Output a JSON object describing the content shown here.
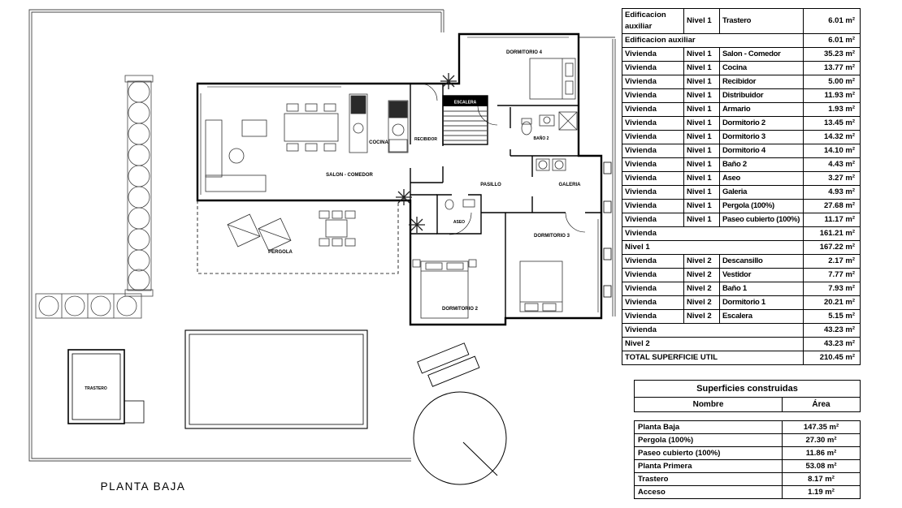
{
  "plan": {
    "title": "PLANTA BAJA",
    "rooms": [
      {
        "label": "DORMITORIO 4"
      },
      {
        "label": "ESCALERA"
      },
      {
        "label": "COCINA"
      },
      {
        "label": "RECIBIDOR"
      },
      {
        "label": "BAÑO 2"
      },
      {
        "label": "SALON - COMEDOR"
      },
      {
        "label": "PASILLO"
      },
      {
        "label": "GALERIA"
      },
      {
        "label": "ASEO"
      },
      {
        "label": "DORMITORIO 3"
      },
      {
        "label": "PERGOLA"
      },
      {
        "label": "DORMITORIO 2"
      },
      {
        "label": "TRASTERO"
      }
    ]
  },
  "surfaces_table": {
    "rows": [
      {
        "type": "detail",
        "cols": [
          "Edificacion auxiliar",
          "Nivel 1",
          "Trastero",
          "6.01 m²"
        ]
      },
      {
        "type": "subtotal",
        "cols": [
          "Edificacion auxiliar",
          "6.01 m²"
        ]
      },
      {
        "type": "detail",
        "cols": [
          "Vivienda",
          "Nivel 1",
          "Salon - Comedor",
          "35.23 m²"
        ]
      },
      {
        "type": "detail",
        "cols": [
          "Vivienda",
          "Nivel 1",
          "Cocina",
          "13.77 m²"
        ]
      },
      {
        "type": "detail",
        "cols": [
          "Vivienda",
          "Nivel 1",
          "Recibidor",
          "5.00 m²"
        ]
      },
      {
        "type": "detail",
        "cols": [
          "Vivienda",
          "Nivel 1",
          "Distribuidor",
          "11.93 m²"
        ]
      },
      {
        "type": "detail",
        "cols": [
          "Vivienda",
          "Nivel 1",
          "Armario",
          "1.93 m²"
        ]
      },
      {
        "type": "detail",
        "cols": [
          "Vivienda",
          "Nivel 1",
          "Dormitorio 2",
          "13.45 m²"
        ]
      },
      {
        "type": "detail",
        "cols": [
          "Vivienda",
          "Nivel 1",
          "Dormitorio 3",
          "14.32 m²"
        ]
      },
      {
        "type": "detail",
        "cols": [
          "Vivienda",
          "Nivel 1",
          "Dormitorio 4",
          "14.10 m²"
        ]
      },
      {
        "type": "detail",
        "cols": [
          "Vivienda",
          "Nivel 1",
          "Baño 2",
          "4.43 m²"
        ]
      },
      {
        "type": "detail",
        "cols": [
          "Vivienda",
          "Nivel 1",
          "Aseo",
          "3.27 m²"
        ]
      },
      {
        "type": "detail",
        "cols": [
          "Vivienda",
          "Nivel 1",
          "Galeria",
          "4.93 m²"
        ]
      },
      {
        "type": "detail",
        "cols": [
          "Vivienda",
          "Nivel 1",
          "Pergola (100%)",
          "27.68 m²"
        ]
      },
      {
        "type": "detail",
        "cols": [
          "Vivienda",
          "Nivel 1",
          "Paseo cubierto (100%)",
          "11.17 m²"
        ]
      },
      {
        "type": "subtotal",
        "cols": [
          "Vivienda",
          "161.21 m²"
        ]
      },
      {
        "type": "subtotal",
        "cols": [
          "Nivel 1",
          "167.22 m²"
        ]
      },
      {
        "type": "detail",
        "cols": [
          "Vivienda",
          "Nivel 2",
          "Descansillo",
          "2.17 m²"
        ]
      },
      {
        "type": "detail",
        "cols": [
          "Vivienda",
          "Nivel 2",
          "Vestidor",
          "7.77 m²"
        ]
      },
      {
        "type": "detail",
        "cols": [
          "Vivienda",
          "Nivel 2",
          "Baño 1",
          "7.93 m²"
        ]
      },
      {
        "type": "detail",
        "cols": [
          "Vivienda",
          "Nivel 2",
          "Dormitorio 1",
          "20.21 m²"
        ]
      },
      {
        "type": "detail",
        "cols": [
          "Vivienda",
          "Nivel 2",
          "Escalera",
          "5.15 m²"
        ]
      },
      {
        "type": "subtotal",
        "cols": [
          "Vivienda",
          "43.23 m²"
        ]
      },
      {
        "type": "subtotal",
        "cols": [
          "Nivel 2",
          "43.23 m²"
        ]
      },
      {
        "type": "total",
        "cols": [
          "TOTAL SUPERFICIE UTIL",
          "210.45 m²"
        ]
      }
    ]
  },
  "built_table": {
    "title": "Superficies construidas",
    "col_name": "Nombre",
    "col_area": "Área",
    "rows": [
      {
        "name": "Planta Baja",
        "area": "147.35 m²"
      },
      {
        "name": "Pergola (100%)",
        "area": "27.30 m²"
      },
      {
        "name": "Paseo cubierto (100%)",
        "area": "11.86 m²"
      },
      {
        "name": "Planta Primera",
        "area": "53.08 m²"
      },
      {
        "name": "Trastero",
        "area": "8.17 m²"
      },
      {
        "name": "Acceso",
        "area": "1.19 m²"
      }
    ]
  }
}
